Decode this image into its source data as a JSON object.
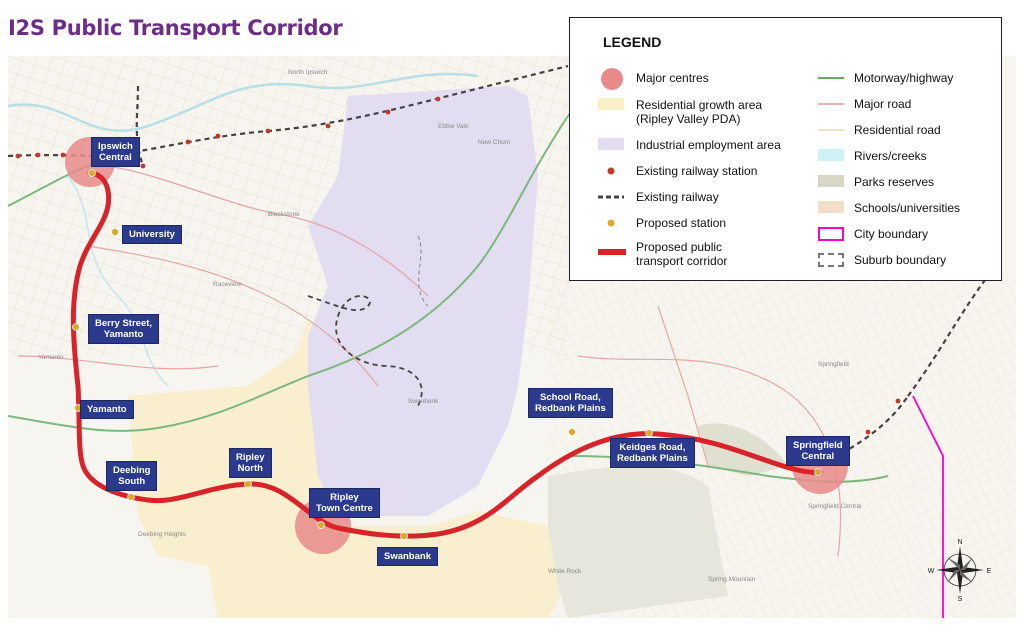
{
  "title": "I2S Public Transport Corridor",
  "legend": {
    "title": "LEGEND",
    "left_items": [
      {
        "label": "Major centres",
        "symbol": "major-centre",
        "color": "#e88a8a"
      },
      {
        "label": "Residential growth area\n(Ripley Valley PDA)",
        "symbol": "fill",
        "color": "#fbf1c9"
      },
      {
        "label": "Industrial employment area",
        "symbol": "fill",
        "color": "#e2ddf0"
      },
      {
        "label": "Existing railway station",
        "symbol": "dot",
        "color": "#c0392b"
      },
      {
        "label": "Existing railway",
        "symbol": "railway",
        "color": "#444444"
      },
      {
        "label": "Proposed station",
        "symbol": "dot",
        "color": "#e0a82a"
      },
      {
        "label": "Proposed public\ntransport corridor",
        "symbol": "thick-line",
        "color": "#d9232a"
      }
    ],
    "right_items": [
      {
        "label": "Motorway/highway",
        "symbol": "line",
        "color": "#6aaa6a"
      },
      {
        "label": "Major road",
        "symbol": "line",
        "color": "#e39b9b"
      },
      {
        "label": "Residential road",
        "symbol": "line",
        "color": "#e8dcb0"
      },
      {
        "label": "Rivers/creeks",
        "symbol": "fill",
        "color": "#cdf3f7"
      },
      {
        "label": "Parks reserves",
        "symbol": "fill",
        "color": "#d6d7c4"
      },
      {
        "label": "Schools/universities",
        "symbol": "fill",
        "color": "#f3dfc8"
      },
      {
        "label": "City boundary",
        "symbol": "outline",
        "color": "#ff00cc"
      },
      {
        "label": "Suburb boundary",
        "symbol": "dashed-outline",
        "color": "#777777"
      }
    ]
  },
  "stations": [
    {
      "id": "ipswich-central",
      "label": "Ipswich\nCentral"
    },
    {
      "id": "university",
      "label": "University"
    },
    {
      "id": "berry-street",
      "label": "Berry Street,\nYamanto"
    },
    {
      "id": "yamanto",
      "label": "Yamanto"
    },
    {
      "id": "deebing-south",
      "label": "Deebing\nSouth"
    },
    {
      "id": "ripley-north",
      "label": "Ripley\nNorth"
    },
    {
      "id": "ripley-town-centre",
      "label": "Ripley\nTown Centre"
    },
    {
      "id": "swanbank",
      "label": "Swanbank"
    },
    {
      "id": "school-road",
      "label": "School Road,\nRedbank Plains"
    },
    {
      "id": "keidges-road",
      "label": "Keidges Road,\nRedbank Plains"
    },
    {
      "id": "springfield-central",
      "label": "Springfield\nCentral"
    }
  ],
  "place_names": [
    "North Ipswich",
    "Ebbw Vale",
    "New Chum",
    "Blackstone",
    "Raceview",
    "Yamanto",
    "Swanbank",
    "Springfield",
    "Springfield Central",
    "Deebing Heights",
    "White Rock",
    "Spring Mountain"
  ],
  "compass": {
    "n": "N",
    "e": "E",
    "s": "S",
    "w": "W"
  },
  "colors": {
    "title": "#6b2d86",
    "corridor": "#d9232a",
    "station_label_bg": "#2b3a8c",
    "major_centre": "#e88a8a",
    "proposed_station": "#e0a82a",
    "existing_station": "#c0392b",
    "city_boundary": "#ff00cc"
  }
}
